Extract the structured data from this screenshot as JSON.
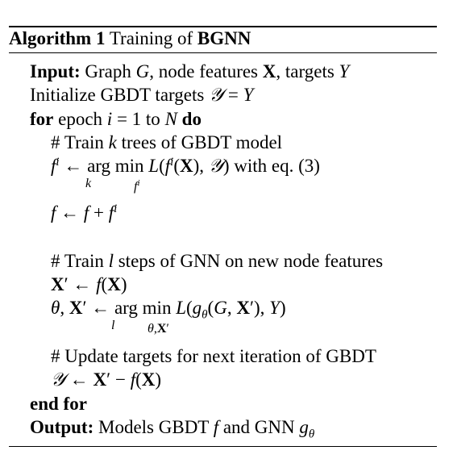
{
  "algorithm": {
    "label": "Algorithm 1",
    "title_prefix": "Training of",
    "title_name": "BGNN"
  },
  "lines": {
    "input_kw": "Input:",
    "input_text_1": "Graph",
    "input_text_2": "node features",
    "input_text_3": "targets",
    "init_text": "Initialize GBDT targets",
    "for_kw": "for",
    "for_text_1": "epoch",
    "for_text_2": "to",
    "do_kw": "do",
    "c1_hash": "# Train",
    "c1_text": "trees of GBDT model",
    "argmin": "arg min",
    "with_eq": "with eq. (3)",
    "c2_hash": "# Train",
    "c2_text": "steps of GNN on new node features",
    "c3_text": "# Update targets for next iteration of GBDT",
    "endfor_kw": "end for",
    "output_kw": "Output:",
    "output_text_1": "Models GBDT",
    "output_text_2": "and GNN"
  }
}
